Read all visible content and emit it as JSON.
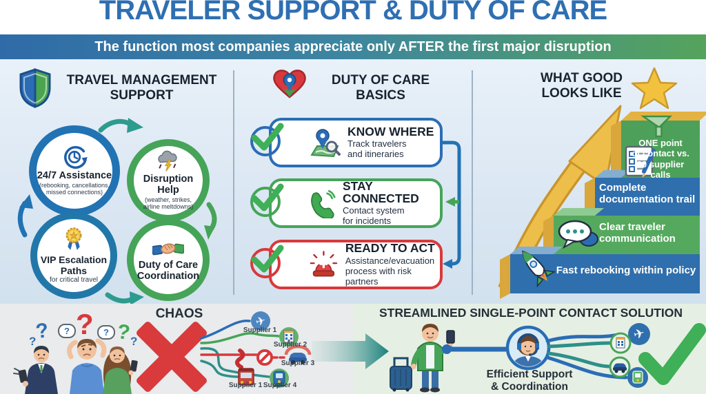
{
  "header": {
    "title": "TRAVELER SUPPORT & DUTY OF CARE",
    "subtitle": "The function most companies appreciate only AFTER the first major disruption"
  },
  "left_column": {
    "icon": "shield-icon",
    "title": "TRAVEL MANAGEMENT\nSUPPORT",
    "circles": [
      {
        "icon": "clock-refresh-icon",
        "title": "24/7 Assistance",
        "subtitle": "(rebooking, cancellations,\nmissed connections)"
      },
      {
        "icon": "storm-lightning-icon",
        "title": "Disruption Help",
        "subtitle": "(weather, strikes,\nairline meltdowns)"
      },
      {
        "icon": "medal-icon",
        "title": "VIP Escalation\nPaths",
        "subtitle": "for critical travel"
      },
      {
        "icon": "handshake-icon",
        "title": "Duty of Care\nCoordination",
        "subtitle": ""
      }
    ]
  },
  "middle_column": {
    "icon": "heart-pin-icon",
    "title": "DUTY OF CARE\nBASICS",
    "boxes": [
      {
        "icon": "map-pin-search-icon",
        "title": "KNOW WHERE",
        "subtitle": "Track travelers\nand itineraries"
      },
      {
        "icon": "phone-signal-icon",
        "title": "STAY CONNECTED",
        "subtitle": "Contact system\nfor incidents"
      },
      {
        "icon": "siren-icon",
        "title": "READY TO ACT",
        "subtitle": "Assistance/evacuation\nprocess with risk partners"
      }
    ]
  },
  "right_column": {
    "icon": "star-icon",
    "title": "WHAT GOOD\nLOOKS LIKE",
    "steps": [
      {
        "icon": "funnel-icon",
        "label": "ONE point\nof contact vs.\n20 supplier\ncalls"
      },
      {
        "icon": "checklist-pen-icon",
        "label": "Complete\ndocumentation trail"
      },
      {
        "icon": "chat-bubbles-icon",
        "label": "Clear traveler\ncommunication"
      },
      {
        "icon": "rocket-icon",
        "label": "Fast rebooking within policy"
      }
    ]
  },
  "bottom": {
    "chaos": {
      "title": "CHAOS",
      "question_marks": [
        "?",
        "?",
        "?",
        "?",
        "?",
        "?",
        "?"
      ],
      "suppliers": [
        {
          "icon": "plane-icon",
          "label": "Supplier 1"
        },
        {
          "icon": "hotel-icon",
          "label": "Supplier 2"
        },
        {
          "icon": "car-icon",
          "label": "Supplier 3"
        },
        {
          "icon": "bus-icon",
          "label": "Supplier 1"
        },
        {
          "icon": "train-icon",
          "label": "Supplier 4"
        }
      ]
    },
    "solution": {
      "title": "STREAMLINED SINGLE-POINT CONTACT SOLUTION",
      "agent_label": "Efficient Support\n& Coordination"
    }
  },
  "colors": {
    "title_blue": "#2f6fb2",
    "banner_blue": "#2f6ba8",
    "banner_green": "#55a35c",
    "ring_blue": "#2173b3",
    "ring_green": "#46a458",
    "check_green": "#3faf58",
    "alert_red": "#d8393c",
    "step_blue": "#2f6fad",
    "step_green": "#55a95e",
    "gold": "#edbf4a",
    "teal": "#2e8f8a"
  }
}
